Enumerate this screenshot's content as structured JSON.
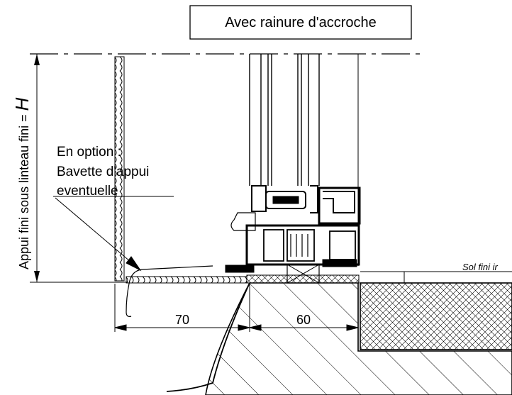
{
  "title": "Avec rainure d'accroche",
  "vertical_label": "Appui fini sous linteau fini = ",
  "vertical_symbol": "H",
  "note": {
    "line1": "En option :",
    "line2": "Bavette d'appui",
    "line3": "eventuelle"
  },
  "dimensions": {
    "left": "70",
    "right": "60"
  },
  "floor_label": "Sol fini ir"
}
